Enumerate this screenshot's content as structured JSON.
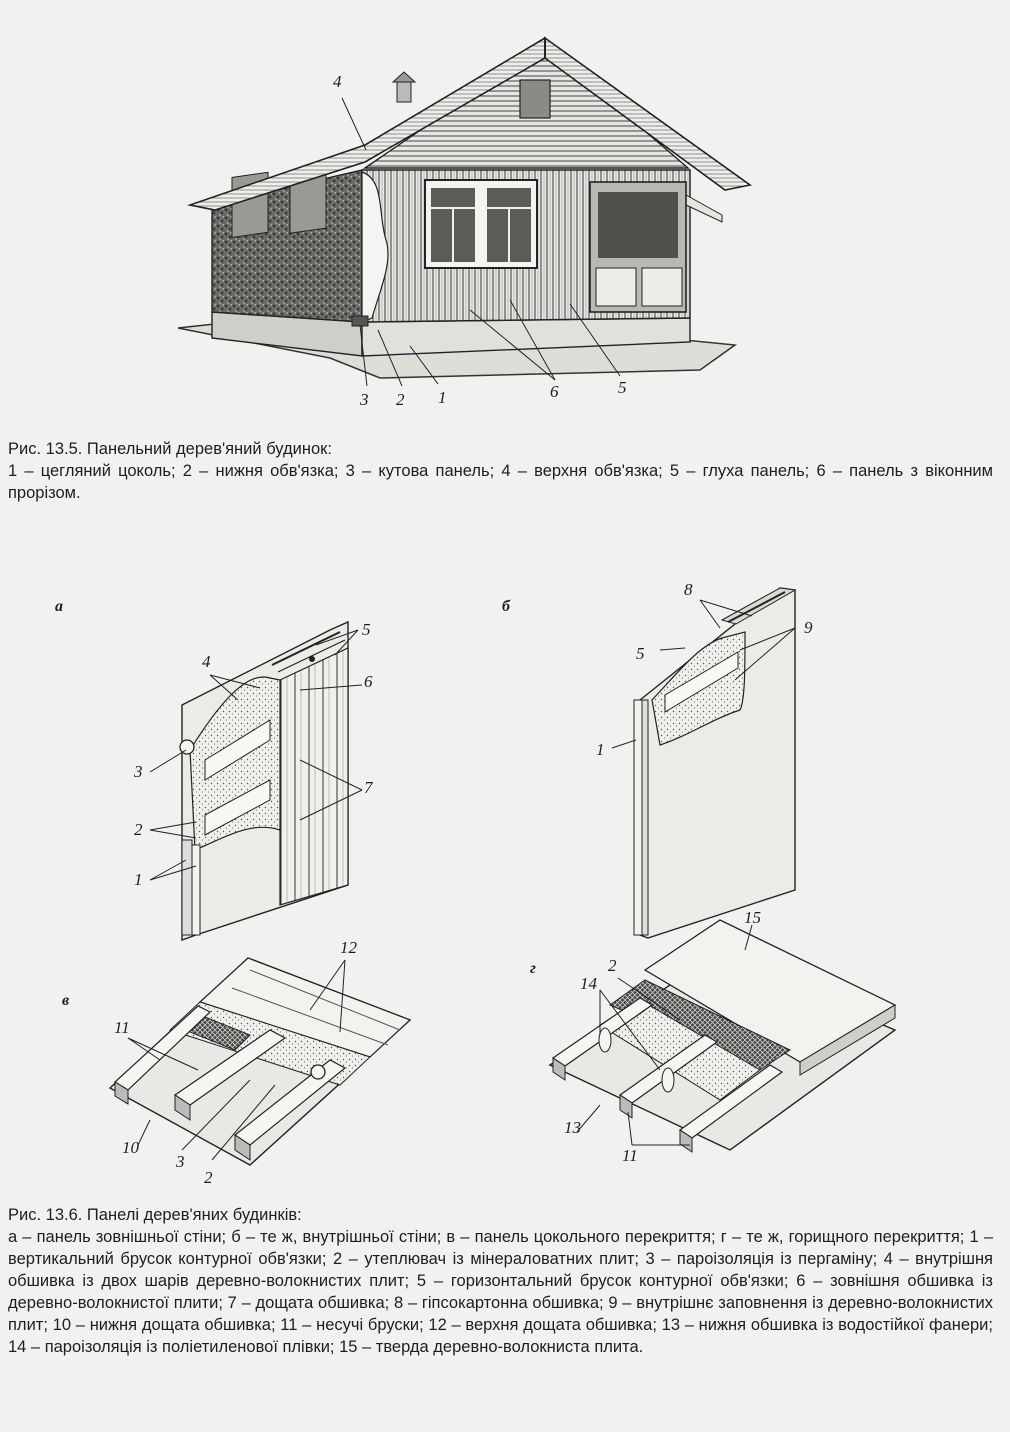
{
  "figure_13_5": {
    "callouts": [
      "1",
      "2",
      "3",
      "4",
      "5",
      "6"
    ],
    "caption_title": "Рис. 13.5. Панельний дерев'яний будинок:",
    "caption_body": "1 – цегляний цоколь; 2 – нижня обв'язка; 3 – кутова панель; 4 – верхня обв'язка; 5 – глуха панель; 6 – панель з віконним прорізом."
  },
  "figure_13_6": {
    "panel_letters": [
      "а",
      "б",
      "в",
      "г"
    ],
    "callouts_a": [
      "1",
      "2",
      "3",
      "4",
      "5",
      "6",
      "7"
    ],
    "callouts_b": [
      "1",
      "5",
      "8",
      "9"
    ],
    "callouts_v": [
      "2",
      "3",
      "10",
      "11",
      "12"
    ],
    "callouts_g": [
      "2",
      "11",
      "13",
      "14",
      "15"
    ],
    "caption_title": "Рис. 13.6. Панелі дерев'яних будинків:",
    "caption_body": "а – панель зовнішньої стіни; б – те ж, внутрішньої стіни; в – панель цокольного перекриття; г – те ж, горищного перекриття; 1 – вертикальний брусок контурної обв'язки; 2 – утеплювач із мінераловатних плит; 3 – пароізоляція із пергаміну; 4 – внутрішня обшивка із двох шарів деревно-волокнистих плит; 5 – горизонтальний брусок контурної обв'язки; 6 – зовнішня обшивка із деревно-волокнистої плити; 7 – дощата обшивка; 8 – гіпсокартонна обшивка; 9 – внутрішнє заповнення із деревно-волокнистих плит; 10 – нижня дощата обшивка; 11 – несучі бруски; 12 – верхня дощата обшивка; 13 – нижня обшивка із водостійкої фанери; 14 – пароізоляція із поліетиленової плівки; 15 – тверда деревно-волокниста плита."
  }
}
